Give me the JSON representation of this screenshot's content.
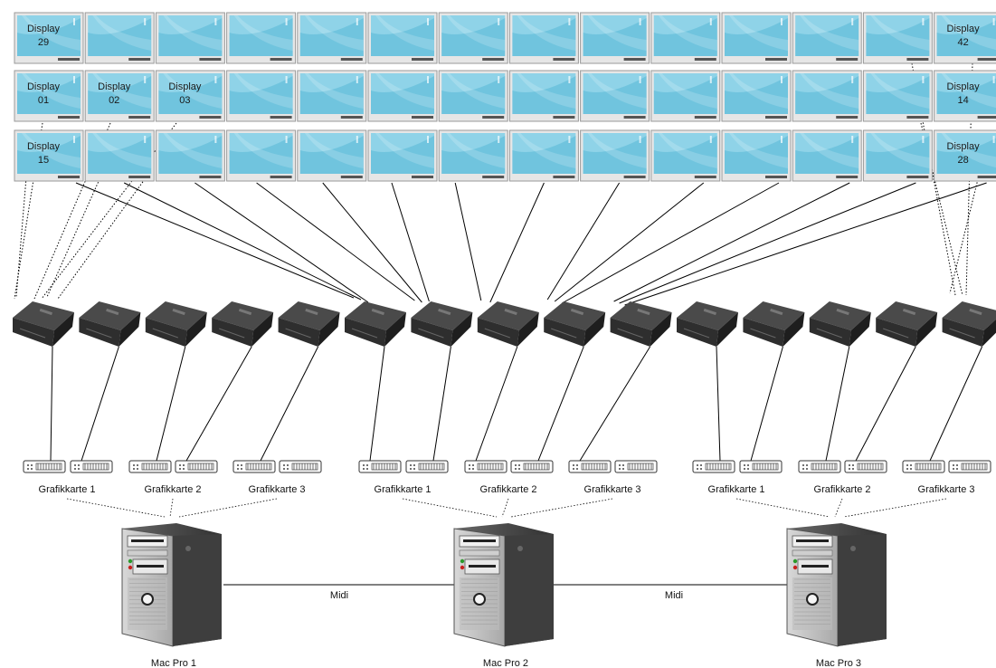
{
  "display_labels": {
    "d29": [
      "Display",
      "29"
    ],
    "d42": [
      "Display",
      "42"
    ],
    "d01": [
      "Display",
      "01"
    ],
    "d02": [
      "Display",
      "02"
    ],
    "d03": [
      "Display",
      "03"
    ],
    "d14": [
      "Display",
      "14"
    ],
    "d15": [
      "Display",
      "15"
    ],
    "d28": [
      "Display",
      "28"
    ]
  },
  "card_labels": [
    "Grafikkarte 1",
    "Grafikkarte 2",
    "Grafikkarte 3"
  ],
  "computers": [
    "Mac Pro 1",
    "Mac Pro 2",
    "Mac Pro 3"
  ],
  "link_label": "Midi",
  "colors": {
    "screen": "#8fd3e8",
    "screen_dark": "#58b8d6",
    "bezel": "#9a9a9a",
    "splitter": "#2e2e2e",
    "tower": "#555555"
  },
  "icons": {
    "display": "monitor-icon",
    "splitter": "video-splitter-icon",
    "port": "dvi-port-icon",
    "computer": "tower-pc-icon"
  }
}
